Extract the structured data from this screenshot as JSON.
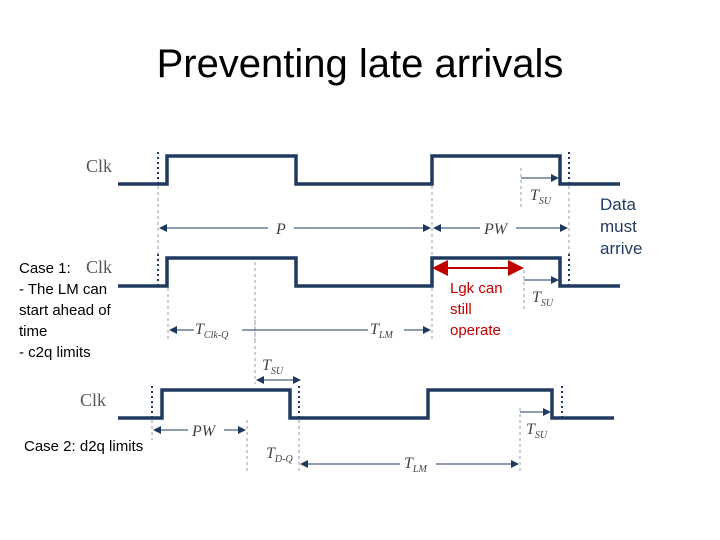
{
  "title": "Preventing late arrivals",
  "notes": {
    "case1": "Case 1:\n- The LM can\nstart ahead of\ntime\n- c2q limits",
    "case2": "Case 2: d2q limits",
    "lgk": "Lgk can\nstill\noperate",
    "data_must_arrive": "Data\nmust\narrive"
  },
  "labels": {
    "clk": "Clk",
    "P": "P",
    "PW": "PW",
    "T": "T",
    "SU": "SU",
    "LM": "LM",
    "Clk_Q": "Clk-Q",
    "D_Q": "D-Q"
  },
  "colors": {
    "wave": "#1f3a5f",
    "highlight": "#c00000"
  }
}
